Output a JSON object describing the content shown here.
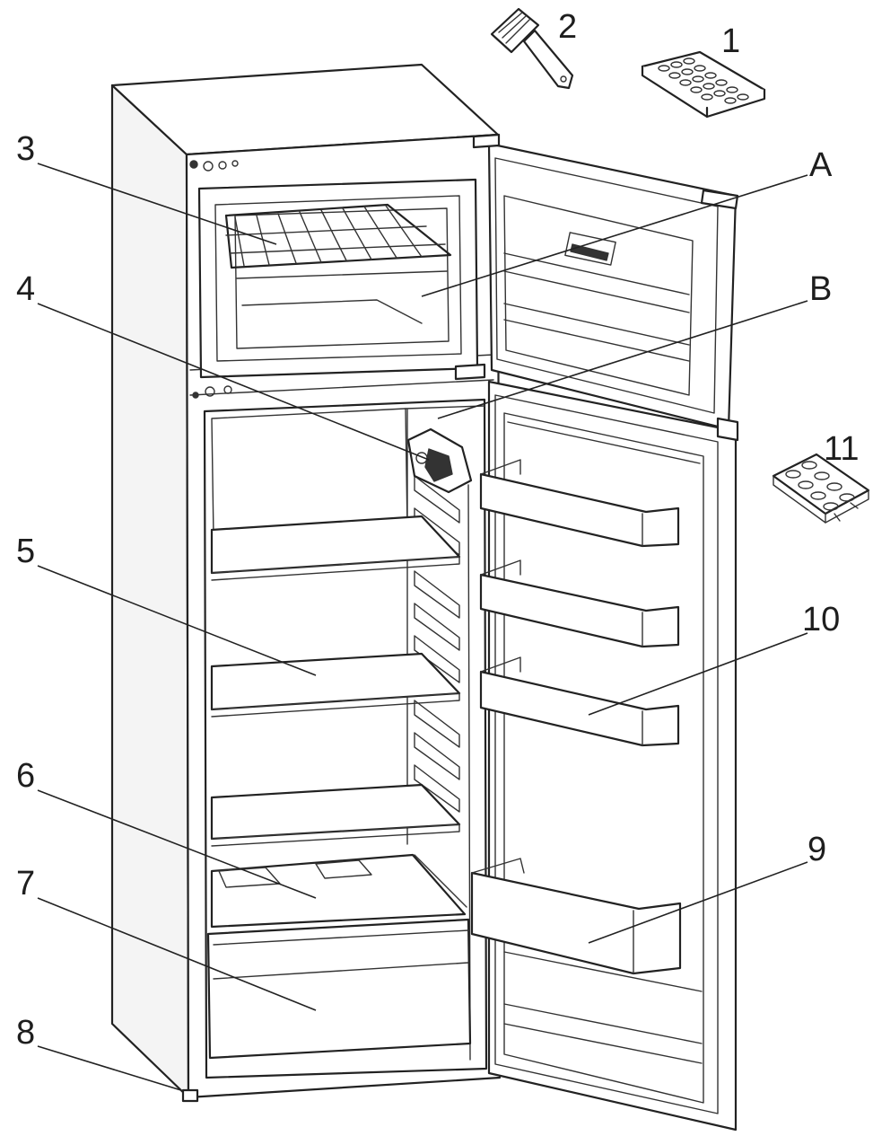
{
  "callouts": {
    "c1": "1",
    "c2": "2",
    "c3": "3",
    "c4": "4",
    "c5": "5",
    "c6": "6",
    "c7": "7",
    "c8": "8",
    "c9": "9",
    "c10": "10",
    "c11": "11",
    "cA": "A",
    "cB": "B"
  },
  "colors": {
    "line": "#222222",
    "background": "#ffffff"
  }
}
